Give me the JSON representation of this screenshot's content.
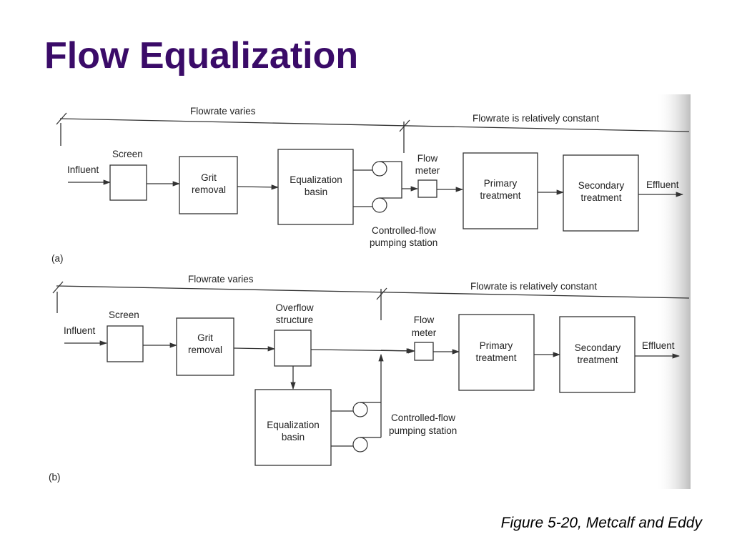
{
  "title": "Flow Equalization",
  "caption": "Figure 5-20, Metcalf and Eddy",
  "colors": {
    "title": "#3a0b68",
    "line": "#333333",
    "background": "#ffffff"
  },
  "diagram_a": {
    "panel_label": "(a)",
    "flowrate_varies": "Flowrate varies",
    "flowrate_constant": "Flowrate is relatively constant",
    "influent": "Influent",
    "screen": "Screen",
    "grit_removal": [
      "Grit",
      "removal"
    ],
    "equalization_basin": [
      "Equalization",
      "basin"
    ],
    "flow_meter": [
      "Flow",
      "meter"
    ],
    "primary_treatment": [
      "Primary",
      "treatment"
    ],
    "secondary_treatment": [
      "Secondary",
      "treatment"
    ],
    "effluent": "Effluent",
    "pumping_station": [
      "Controlled-flow",
      "pumping station"
    ]
  },
  "diagram_b": {
    "panel_label": "(b)",
    "flowrate_varies": "Flowrate varies",
    "flowrate_constant": "Flowrate is relatively constant",
    "influent": "Influent",
    "screen": "Screen",
    "grit_removal": [
      "Grit",
      "removal"
    ],
    "overflow_structure": [
      "Overflow",
      "structure"
    ],
    "equalization_basin": [
      "Equalization",
      "basin"
    ],
    "flow_meter": [
      "Flow",
      "meter"
    ],
    "primary_treatment": [
      "Primary",
      "treatment"
    ],
    "secondary_treatment": [
      "Secondary",
      "treatment"
    ],
    "effluent": "Effluent",
    "pumping_station": [
      "Controlled-flow",
      "pumping station"
    ]
  }
}
